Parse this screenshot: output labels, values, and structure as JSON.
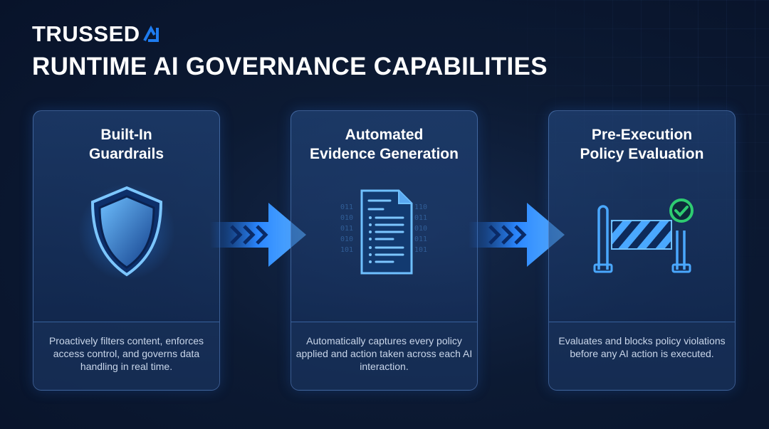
{
  "brand": {
    "name": "TRUSSED",
    "logo_mark": "A-mark",
    "accent": "#1e7cf0"
  },
  "title": "RUNTIME AI GOVERNANCE CAPABILITIES",
  "cards": [
    {
      "title_line1": "Built-In",
      "title_line2": "Guardrails",
      "icon": "shield-icon",
      "description": "Proactively filters content, enforces access control, and governs data handling in real time."
    },
    {
      "title_line1": "Automated",
      "title_line2": "Evidence Generation",
      "icon": "document-icon",
      "description": "Automatically captures every policy applied and action taken across each AI interaction."
    },
    {
      "title_line1": "Pre-Execution",
      "title_line2": "Policy Evaluation",
      "icon": "barrier-check-icon",
      "description": "Evaluates and blocks policy violations before any AI action is executed."
    }
  ],
  "arrows": [
    "arrow-right-icon",
    "arrow-right-icon"
  ],
  "colors": {
    "check": "#2ecc71",
    "glow": "#2d8cff"
  }
}
